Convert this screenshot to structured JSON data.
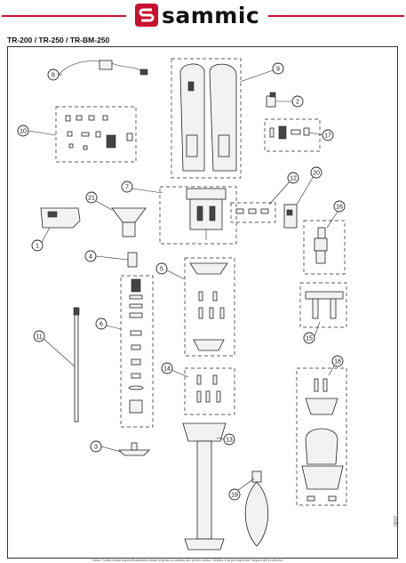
{
  "header": {
    "brand_name": "sammic",
    "brand_color": "#c8102e"
  },
  "model_line": "TR-200 / TR-250 / TR-BM-250",
  "callouts": [
    "1",
    "2",
    "3",
    "4",
    "5",
    "6",
    "7",
    "8",
    "9",
    "10",
    "11",
    "12",
    "13",
    "14",
    "15",
    "16",
    "17",
    "18",
    "19",
    "20",
    "21"
  ],
  "footer": {
    "note": "Nota: Todas estas especificaciones están sujetas a cambio sin previo aviso, debido a la permanente mejora del producto.",
    "doc_code": "08/07"
  }
}
